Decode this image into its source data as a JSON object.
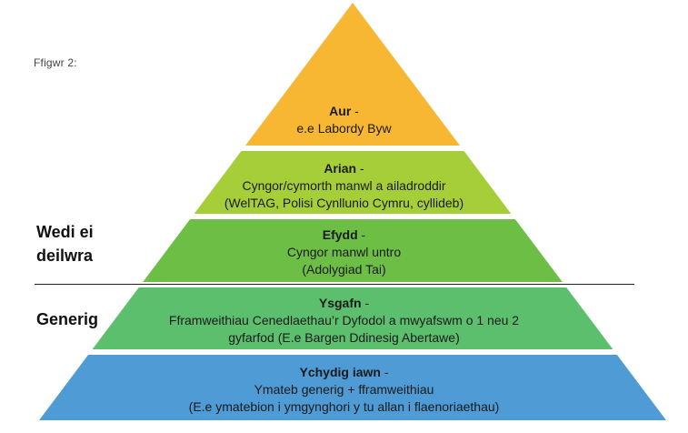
{
  "figure_label": "Ffigwr 2:",
  "side_labels": {
    "tailored_line1": "Wedi ei",
    "tailored_line2": "deilwra",
    "generic": "Generig"
  },
  "tiers": [
    {
      "name": "Aur",
      "lines": [
        "e.e Labordy Byw"
      ],
      "color": "#F7B733"
    },
    {
      "name": "Arian",
      "lines": [
        "Cyngor/cymorth manwl a ailadroddir",
        "(WelTAG, Polisi Cynllunio Cymru, cyllideb)"
      ],
      "color": "#A6CE39"
    },
    {
      "name": "Efydd",
      "lines": [
        "Cyngor manwl untro",
        "(Adolygiad Tai)"
      ],
      "color": "#6DBE45"
    },
    {
      "name": "Ysgafn",
      "lines": [
        "Fframweithiau Cenedlaethau’r Dyfodol a mwyafswm o 1 neu 2",
        "gyfarfod (E.e Bargen Ddinesig Abertawe)"
      ],
      "color": "#5CBF6E"
    },
    {
      "name": "Ychydig iawn",
      "lines": [
        "Ymateb generig + fframweithiau",
        "(E.e ymatebion i ymgynghori y tu allan i flaenoriaethau)"
      ],
      "color": "#4E9BD6"
    }
  ]
}
